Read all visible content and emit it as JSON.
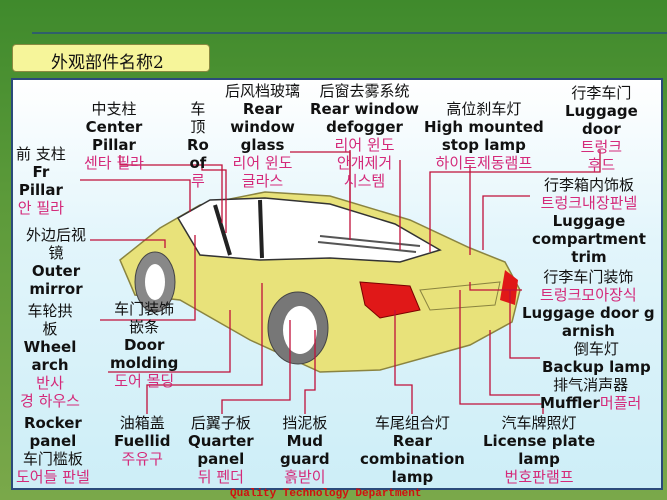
{
  "slide": {
    "title": "外观部件名称2",
    "footer": "Quality Technology Department"
  },
  "colors": {
    "car_body": "#e8e27a",
    "leader_line": "#c0103a",
    "korean_text": "#d42a7a",
    "title_box": "#f6f59a"
  },
  "labels": {
    "rear_window_glass": {
      "zh": "后风档玻璃",
      "en": [
        "Rear",
        "window",
        "glass"
      ],
      "ko": [
        "리어 윈도",
        "글라스"
      ]
    },
    "rear_window_defogger": {
      "zh": "后窗去雾系统",
      "en": [
        "Rear window",
        "defogger"
      ],
      "ko": [
        "리어 윈도",
        "안개제거",
        "시스템"
      ]
    },
    "center_pillar": {
      "zh": "中支柱",
      "en": [
        "Center",
        "Pillar"
      ],
      "ko": [
        "센타 필라"
      ]
    },
    "roof": {
      "zh": [
        "车",
        "顶"
      ],
      "en": [
        "Ro",
        "of"
      ],
      "ko": [
        "루"
      ]
    },
    "front_pillar": {
      "zh": "前 支柱",
      "en": [
        "Fr",
        "Pillar"
      ],
      "ko": [
        "안 필라"
      ]
    },
    "outer_mirror": {
      "zh": [
        "外边后视",
        "镜"
      ],
      "en": [
        "Outer",
        "mirror"
      ]
    },
    "wheel_arch": {
      "zh": [
        "车轮拱",
        "板"
      ],
      "en": [
        "Wheel",
        "arch"
      ],
      "ko": [
        "반사",
        "경 하우스"
      ]
    },
    "door_molding": {
      "zh": [
        "车门装饰",
        "嵌条"
      ],
      "en": [
        "Door",
        "molding"
      ],
      "ko": [
        "도어 몰딩"
      ]
    },
    "rocker_panel": {
      "zh": "车门槛板",
      "en": [
        "Rocker",
        "panel"
      ],
      "ko": [
        "도어들 판넬"
      ]
    },
    "high_mounted_stop_lamp": {
      "zh": "高位刹车灯",
      "en": [
        "High mounted",
        "stop lamp"
      ],
      "ko": [
        "하이트제동램프"
      ]
    },
    "luggage_door": {
      "zh": "行李车门",
      "en": [
        "Luggage",
        "door"
      ],
      "ko": [
        "트렁크",
        "후드"
      ]
    },
    "luggage_compartment_trim": {
      "zh": "行李箱内饰板",
      "en": [
        "Luggage",
        "compartment",
        "trim"
      ],
      "ko": [
        "트렁크내장판넬"
      ]
    },
    "luggage_door_garnish": {
      "zh": "行李车门装饰",
      "en": [
        "Luggage door g",
        "arnish"
      ],
      "ko": [
        "트렁크모아장식"
      ]
    },
    "backup_lamp": {
      "zh": "倒车灯",
      "en": [
        "Backup",
        "lamp"
      ]
    },
    "muffler": {
      "zh": [
        "排气消声",
        "器"
      ],
      "en": [
        "Muffler"
      ],
      "ko": [
        "머",
        "플러"
      ]
    },
    "fuel_lid": {
      "zh": "油箱盖",
      "en": [
        "Fuellid"
      ],
      "ko": [
        "주유구"
      ]
    },
    "quarter_panel": {
      "zh": "后翼子板",
      "en": [
        "Quarter",
        "panel"
      ],
      "ko": [
        "뒤 펜더"
      ]
    },
    "mud_guard": {
      "zh": "挡泥板",
      "en": [
        "Mud",
        "guard"
      ],
      "ko": [
        "흙받이"
      ]
    },
    "rear_combination_lamp": {
      "zh": "车尾组合灯",
      "en": [
        "Rear",
        "combination",
        "lamp"
      ]
    },
    "license_plate_lamp": {
      "zh": "汽车牌照灯",
      "en": [
        "License plate",
        "lamp"
      ],
      "ko": [
        "번호판램프"
      ]
    }
  }
}
